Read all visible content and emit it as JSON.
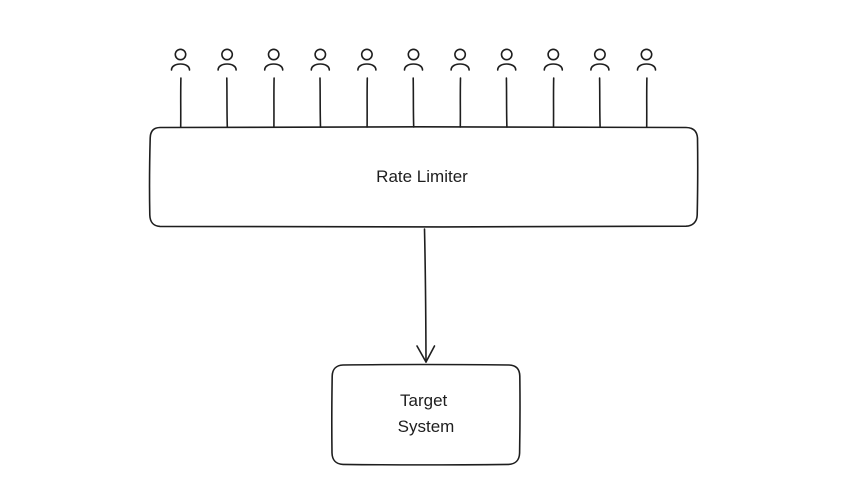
{
  "diagram": {
    "user_count": 11,
    "user_icon": "user-icon",
    "rate_limiter": {
      "label": "Rate Limiter"
    },
    "target_system": {
      "line1": "Target",
      "line2": "System"
    },
    "stroke_color": "#1e1e1e",
    "background_color": "#ffffff"
  }
}
